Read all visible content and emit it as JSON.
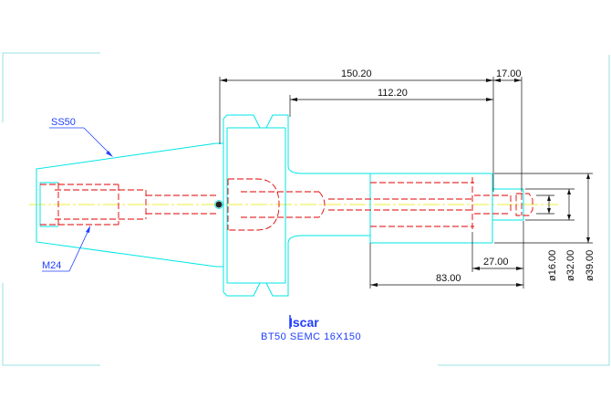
{
  "drawing": {
    "title": "BT50  SEMC 16X150",
    "logo_text": "Iscar",
    "labels": {
      "taper": "SS50",
      "thread": "M24"
    },
    "dimensions": {
      "length_total": "150.20",
      "length_nose": "17.00",
      "length_body": "112.20",
      "length_83": "83.00",
      "length_27": "27.00",
      "dia_16": "ø16.00",
      "dia_32": "ø32.00",
      "dia_39": "ø39.00"
    },
    "colors": {
      "outline": "#00e5e5",
      "hidden": "#e00000",
      "center": "#e6e600",
      "dimension": "#111111",
      "leader": "#1f3fff",
      "frame": "#7fd8d8"
    }
  }
}
